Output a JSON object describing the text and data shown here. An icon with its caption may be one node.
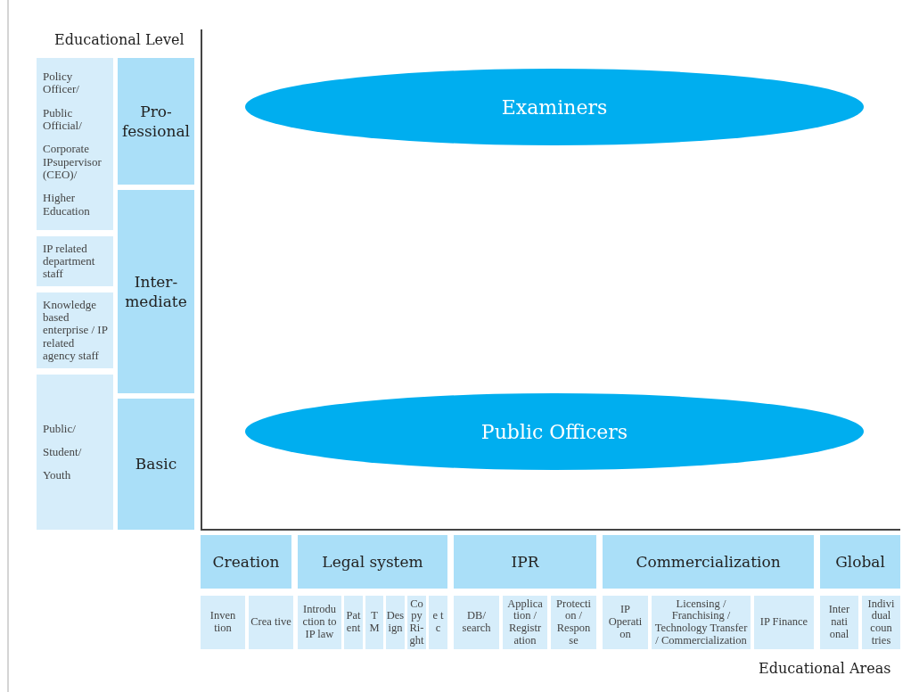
{
  "diagram": {
    "nodes": [
      {
        "text": [
          "Policy Officer/",
          "Public Official/",
          "Corporate IPsupervisor (CEO)/",
          "Higher Education"
        ]
      },
      {
        "text": [
          "IP related department staff"
        ]
      },
      {
        "text": [
          "Knowledge based enterprise / IP related agency staff"
        ]
      },
      {
        "text": [
          "Public/",
          "Student/",
          "Youth"
        ]
      },
      {
        "text": [
          "Pro- fessional"
        ]
      },
      {
        "text": [
          "Inter- mediate"
        ]
      },
      {
        "text": [
          "Basic"
        ]
      },
      {
        "text": [
          "Examiners"
        ]
      },
      {
        "text": [
          "Public Officers"
        ]
      },
      {
        "text": [
          "Creation"
        ]
      },
      {
        "text": [
          "Legal system"
        ]
      },
      {
        "text": [
          "IPR"
        ]
      },
      {
        "text": [
          "Commercialization"
        ]
      },
      {
        "text": [
          "Global"
        ]
      },
      {
        "text": [
          "Inven tion"
        ]
      },
      {
        "text": [
          "Crea tive"
        ]
      },
      {
        "text": [
          "Introdu ction to IP law"
        ]
      },
      {
        "text": [
          "Pat ent"
        ]
      },
      {
        "text": [
          "T M"
        ]
      },
      {
        "text": [
          "Des ign"
        ]
      },
      {
        "text": [
          "Co py Ri- ght"
        ]
      },
      {
        "text": [
          "e t c"
        ]
      },
      {
        "text": [
          "DB/ search"
        ]
      },
      {
        "text": [
          "Applica tion / Registr ation"
        ]
      },
      {
        "text": [
          "Protecti on / Respon se"
        ]
      },
      {
        "text": [
          "IP Operati on"
        ]
      },
      {
        "text": [
          "Licensing / Franchising / Technology Transfer / Commercialization"
        ]
      },
      {
        "text": [
          "IP Finance"
        ]
      },
      {
        "text": [
          "Inter nati onal"
        ]
      },
      {
        "text": [
          "Indivi dual coun tries"
        ]
      }
    ],
    "edges": [],
    "labels": [
      "Educational Level",
      "Educational Areas"
    ]
  }
}
